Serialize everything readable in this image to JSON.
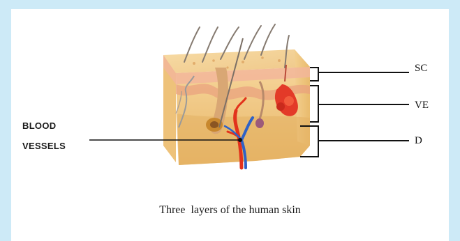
{
  "layers": {
    "sc": "SC",
    "ve": "VE",
    "d": "D"
  },
  "blood_vessels": {
    "line1": "BLOOD",
    "line2": "VESSELS"
  },
  "caption": "Three  layers of the human skin"
}
